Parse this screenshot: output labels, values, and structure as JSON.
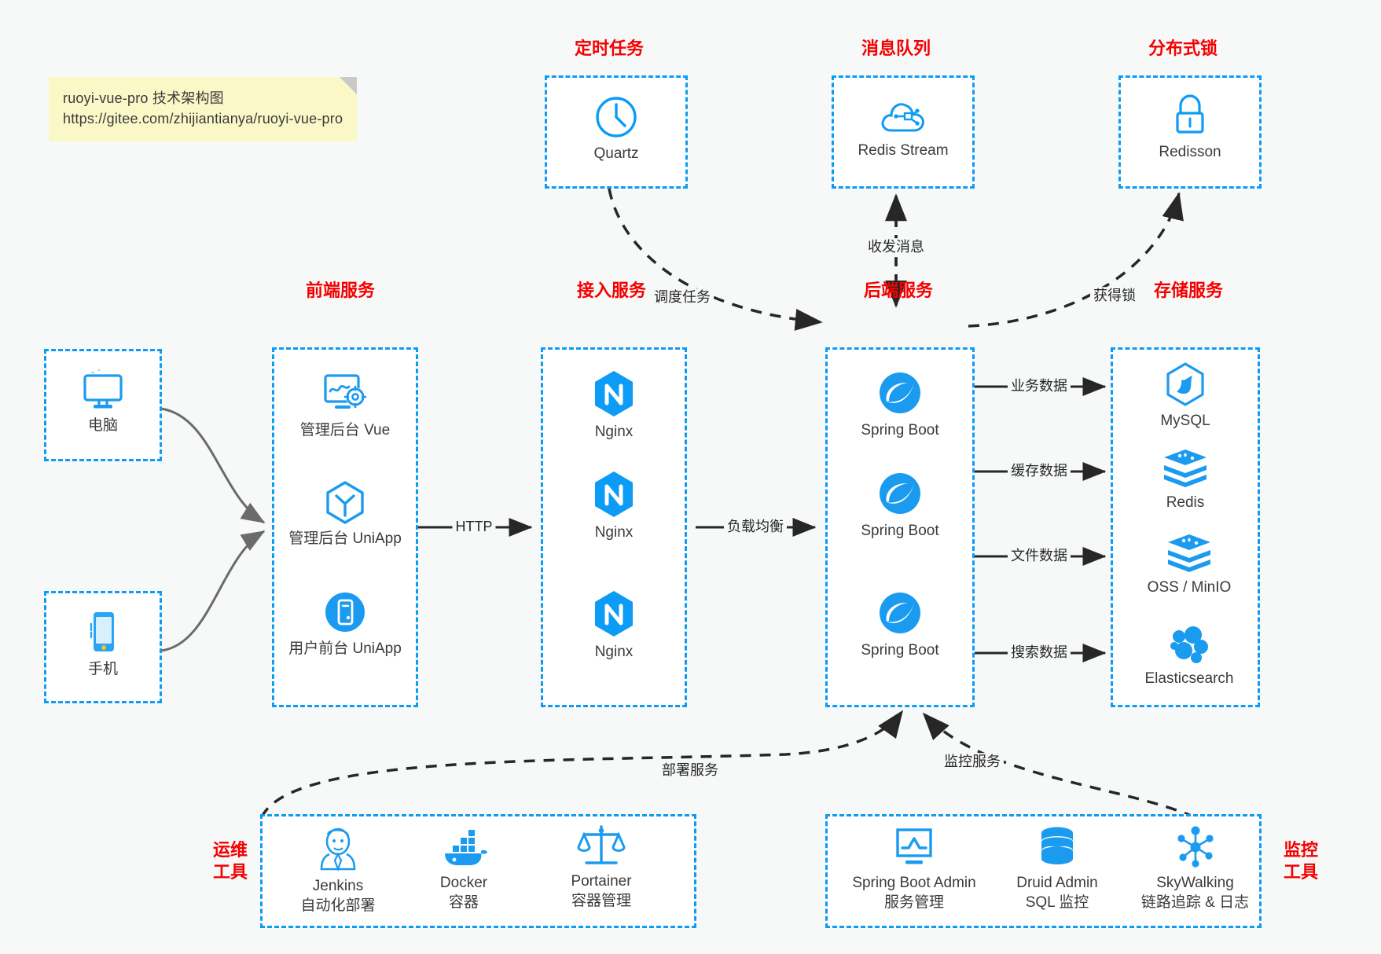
{
  "note": {
    "line1": "ruoyi-vue-pro 技术架构图",
    "line2": "https://gitee.com/zhijiantianya/ruoyi-vue-pro"
  },
  "colors": {
    "accent_blue": "#0c9bf5",
    "title_red": "#f50000",
    "background": "#f7f8f8",
    "note_yellow": "#fbf8c8",
    "edge_black": "#272727"
  },
  "groups": {
    "scheduler": {
      "title": "定时任务"
    },
    "mq": {
      "title": "消息队列"
    },
    "lock": {
      "title": "分布式锁"
    },
    "frontend": {
      "title": "前端服务"
    },
    "gateway": {
      "title": "接入服务"
    },
    "backend": {
      "title": "后端服务"
    },
    "storage": {
      "title": "存储服务"
    },
    "ops": {
      "title": "运维\n工具",
      "title_l1": "运维",
      "title_l2": "工具"
    },
    "monitor": {
      "title": "监控\n工具",
      "title_l1": "监控",
      "title_l2": "工具"
    }
  },
  "nodes": {
    "quartz": {
      "label": "Quartz",
      "icon": "clock-icon"
    },
    "redis_stream": {
      "label": "Redis Stream",
      "icon": "cloud-stream-icon"
    },
    "redisson": {
      "label": "Redisson",
      "icon": "lock-icon"
    },
    "computer": {
      "label": "电脑",
      "icon": "desktop-monitor-icon"
    },
    "phone": {
      "label": "手机",
      "icon": "mobile-phone-icon"
    },
    "admin_vue": {
      "label": "管理后台 Vue",
      "icon": "dashboard-gear-icon"
    },
    "admin_uniapp": {
      "label": "管理后台 UniApp",
      "icon": "uniapp-cube-icon"
    },
    "user_uniapp": {
      "label": "用户前台 UniApp",
      "icon": "mobile-app-icon"
    },
    "nginx1": {
      "label": "Nginx",
      "icon": "nginx-icon"
    },
    "nginx2": {
      "label": "Nginx",
      "icon": "nginx-icon"
    },
    "nginx3": {
      "label": "Nginx",
      "icon": "nginx-icon"
    },
    "springboot1": {
      "label": "Spring Boot",
      "icon": "spring-leaf-icon"
    },
    "springboot2": {
      "label": "Spring Boot",
      "icon": "spring-leaf-icon"
    },
    "springboot3": {
      "label": "Spring Boot",
      "icon": "spring-leaf-icon"
    },
    "mysql": {
      "label": "MySQL",
      "icon": "mysql-dolphin-icon"
    },
    "redis": {
      "label": "Redis",
      "icon": "redis-stack-icon"
    },
    "oss": {
      "label": "OSS / MinIO",
      "icon": "storage-stack-icon"
    },
    "elasticsearch": {
      "label": "Elasticsearch",
      "icon": "elasticsearch-icon"
    },
    "jenkins": {
      "label": "Jenkins",
      "sublabel": "自动化部署",
      "icon": "jenkins-butler-icon"
    },
    "docker": {
      "label": "Docker",
      "sublabel": "容器",
      "icon": "docker-whale-icon"
    },
    "portainer": {
      "label": "Portainer",
      "sublabel": "容器管理",
      "icon": "scales-icon"
    },
    "sba": {
      "label": "Spring Boot Admin",
      "sublabel": "服务管理",
      "icon": "monitor-chart-icon"
    },
    "druid": {
      "label": "Druid Admin",
      "sublabel": "SQL 监控",
      "icon": "database-icon"
    },
    "skywalking": {
      "label": "SkyWalking",
      "sublabel": "链路追踪 & 日志",
      "icon": "skywalking-node-icon"
    }
  },
  "edges": {
    "http": {
      "label": "HTTP"
    },
    "lb": {
      "label": "负载均衡"
    },
    "schedule": {
      "label": "调度任务"
    },
    "message": {
      "label": "收发消息"
    },
    "acquirelock": {
      "label": "获得锁"
    },
    "business": {
      "label": "业务数据"
    },
    "cache": {
      "label": "缓存数据"
    },
    "file": {
      "label": "文件数据"
    },
    "search": {
      "label": "搜索数据"
    },
    "deploy": {
      "label": "部署服务"
    },
    "monitor": {
      "label": "监控服务"
    }
  }
}
